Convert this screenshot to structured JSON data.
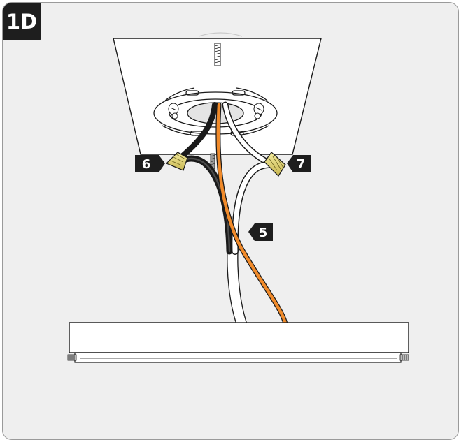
{
  "step": "1D",
  "callouts": {
    "black_connector": "6",
    "ground_wire": "5",
    "white_connector": "7"
  },
  "colors": {
    "background": "#efefef",
    "canopy": "#ffffff",
    "black_wire": "#1a1a1a",
    "white_wire": "#ffffff",
    "ground_wire": "#f08a2a",
    "wire_nut": "#e8dc82",
    "badge": "#1e1e1e"
  }
}
